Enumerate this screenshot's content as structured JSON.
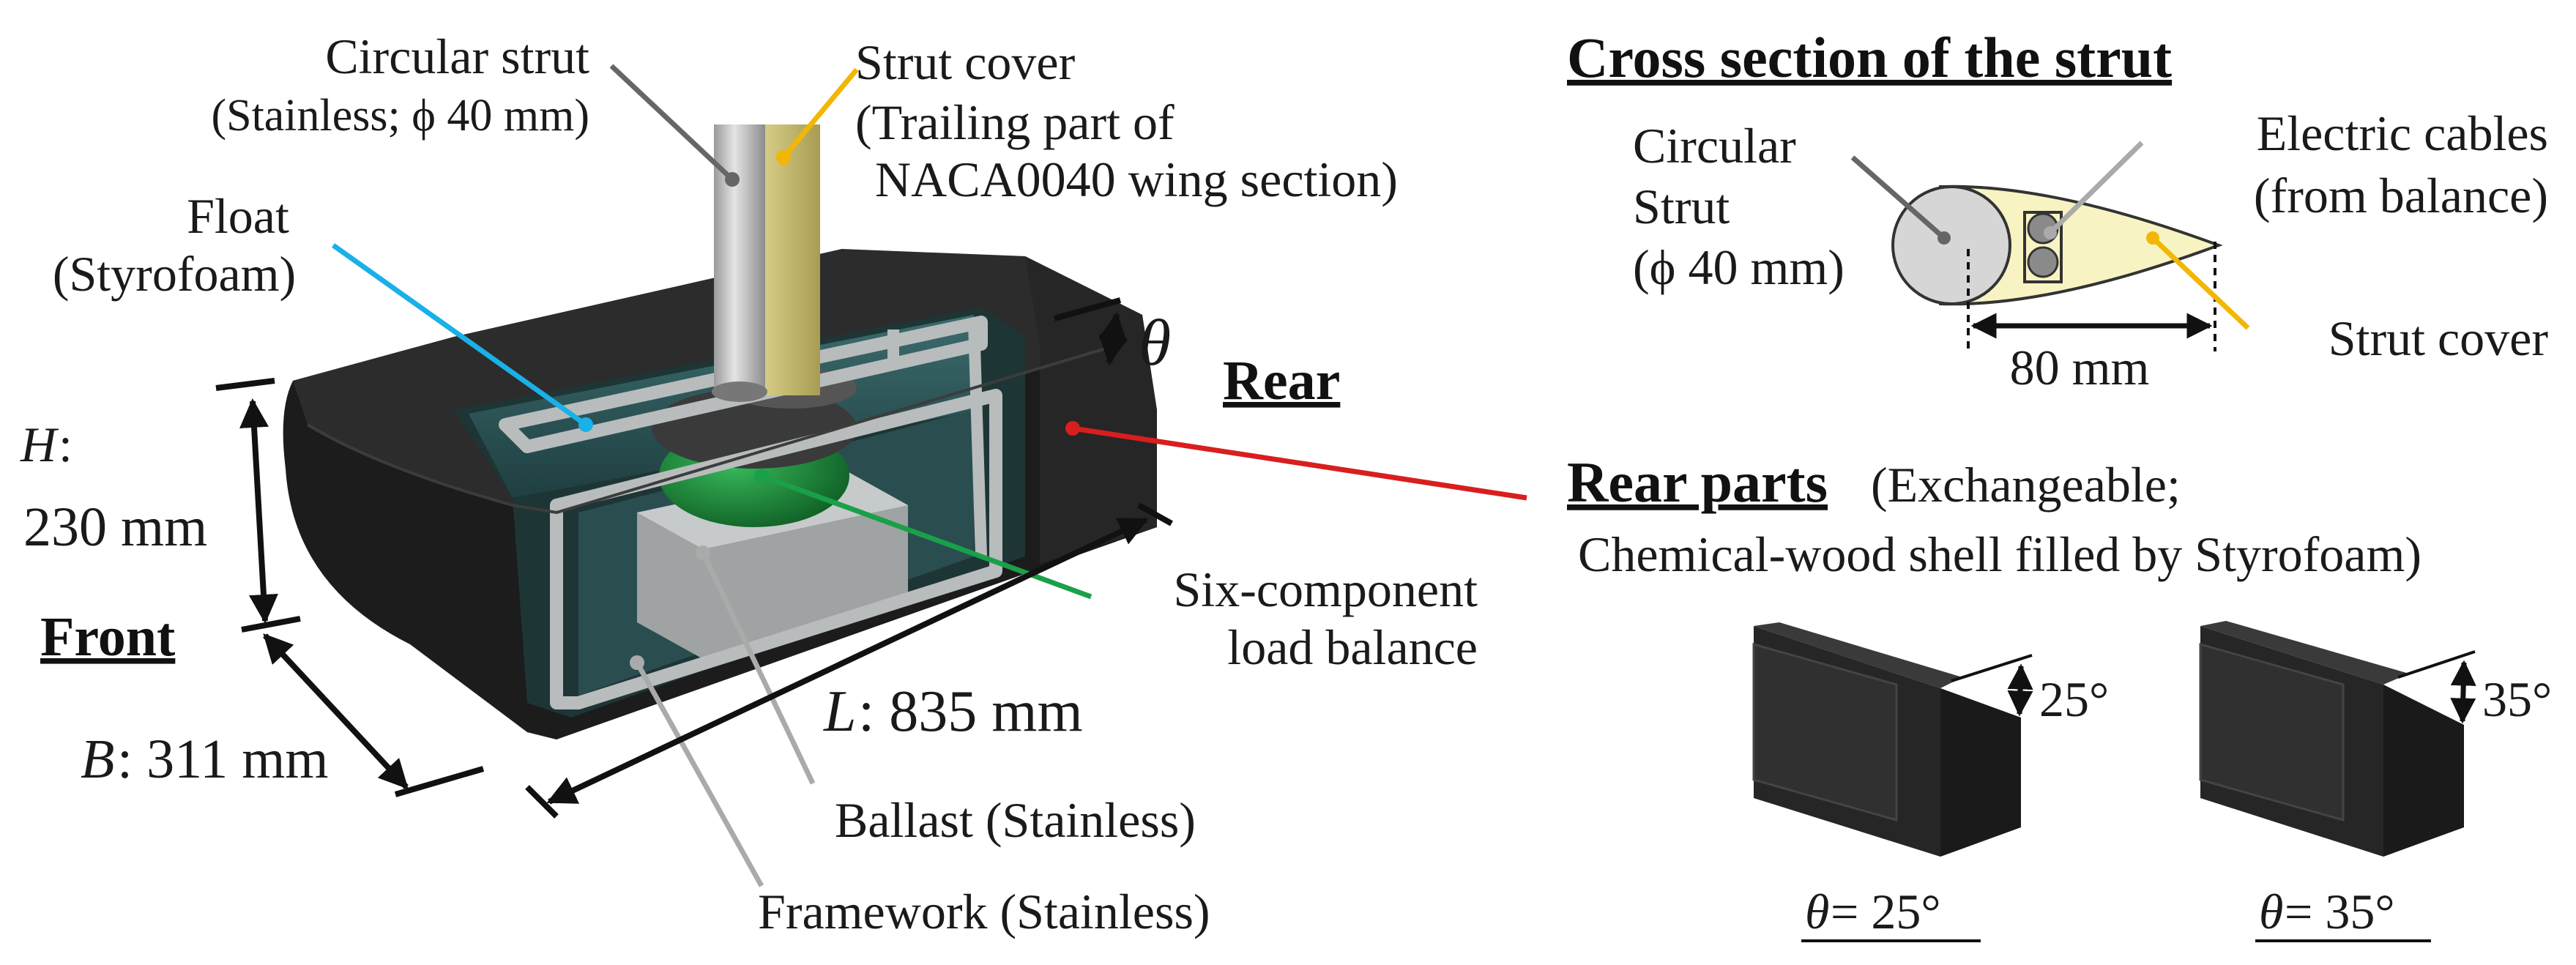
{
  "model_labels": {
    "circular_strut": "Circular strut",
    "circular_strut_material": "(Stainless; ϕ 40 mm)",
    "strut_cover": "Strut cover",
    "strut_cover_detail_1": "(Trailing part of",
    "strut_cover_detail_2": "NACA0040 wing section)",
    "float": "Float",
    "float_material": "(Styrofoam)",
    "height_symbol": "H",
    "height_colon": ":",
    "height_value": "230 mm",
    "front": "Front",
    "rear": "Rear",
    "breadth_symbol": "B",
    "breadth_value": ": 311 mm",
    "length_symbol": "L",
    "length_value": ": 835 mm",
    "theta": "θ",
    "balance_1": "Six-component",
    "balance_2": "load balance",
    "ballast": "Ballast (Stainless)",
    "framework": "Framework (Stainless)"
  },
  "cross_section": {
    "title": "Cross section of the strut",
    "strut_1": "Circular",
    "strut_2": "Strut",
    "strut_3": "(ϕ 40 mm)",
    "cables_1": "Electric cables",
    "cables_2": "(from balance)",
    "cover": "Strut cover",
    "chord": "80 mm"
  },
  "rear_parts": {
    "title": "Rear parts",
    "note_1": " (Exchangeable;",
    "note_2": "Chemical-wood shell filled by Styrofoam)",
    "part_a_angle": "25°",
    "part_a_caption_value": " = 25°",
    "part_b_angle": "35°",
    "part_b_caption_value": " = 35°",
    "theta": "θ"
  },
  "colors": {
    "hull": "#222222",
    "hull_top": "#2e2e2e",
    "frame": "#b4b8b8",
    "float": "#2f5a5c",
    "balance": "#1f8a3a",
    "strut": "#c7c7c7",
    "cover": "#d8cd7e",
    "leader_strut": "#6a6a6a",
    "leader_cover": "#f2b705",
    "leader_float": "#1ab0e8",
    "leader_rear": "#d81e1e",
    "leader_balance": "#1aa048",
    "leader_grey": "#aaaaaa",
    "cover_fill_cs": "#f8f3c2"
  }
}
